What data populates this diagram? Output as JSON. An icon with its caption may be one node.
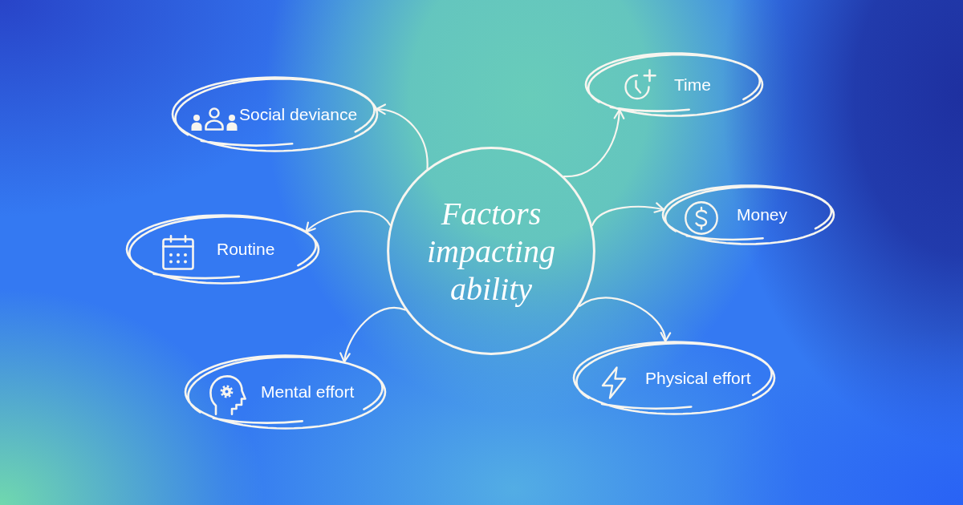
{
  "diagram": {
    "nodes": [
      {
        "text": [
          "Factors impacting ability"
        ]
      },
      {
        "text": [
          "Social deviance"
        ]
      },
      {
        "text": [
          "Time"
        ]
      },
      {
        "text": [
          "Routine"
        ]
      },
      {
        "text": [
          "Money"
        ]
      },
      {
        "text": [
          "Mental effort"
        ]
      },
      {
        "text": [
          "Physical effort"
        ]
      }
    ],
    "edges": [
      {
        "from": 0,
        "to": 1,
        "arrow": "to"
      },
      {
        "from": 0,
        "to": 3,
        "arrow": "to"
      },
      {
        "from": 0,
        "to": 5,
        "arrow": "to"
      },
      {
        "from": 0,
        "to": 2,
        "arrow": "to"
      },
      {
        "from": 0,
        "to": 4,
        "arrow": "to"
      },
      {
        "from": 0,
        "to": 6,
        "arrow": "to"
      }
    ]
  }
}
